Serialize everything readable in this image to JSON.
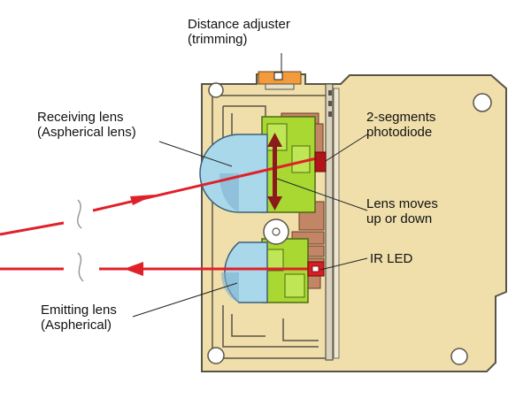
{
  "labels": {
    "distance_adjuster": {
      "line1": "Distance adjuster",
      "line2": "(trimming)"
    },
    "receiving_lens": {
      "line1": "Receiving lens",
      "line2": "(Aspherical lens)"
    },
    "photodiode": {
      "line1": "2-segments",
      "line2": "photodiode"
    },
    "lens_moves": {
      "line1": "Lens moves",
      "line2": "up or down"
    },
    "ir_led": {
      "line1": "IR LED"
    },
    "emitting_lens": {
      "line1": "Emitting lens",
      "line2": "(Aspherical)"
    }
  },
  "colors": {
    "housing": "#f0dfab",
    "housing_stroke": "#5a5448",
    "lens": "#a8d8ea",
    "lens_shadow": "#7fb2cf",
    "green_block": "#a9d833",
    "brown_parts": "#c28566",
    "beam": "#e0202a",
    "led": "#d61e26",
    "photodiode": "#b2141a",
    "arrow": "#8b1a1a",
    "adjuster": "#f29a3c"
  }
}
